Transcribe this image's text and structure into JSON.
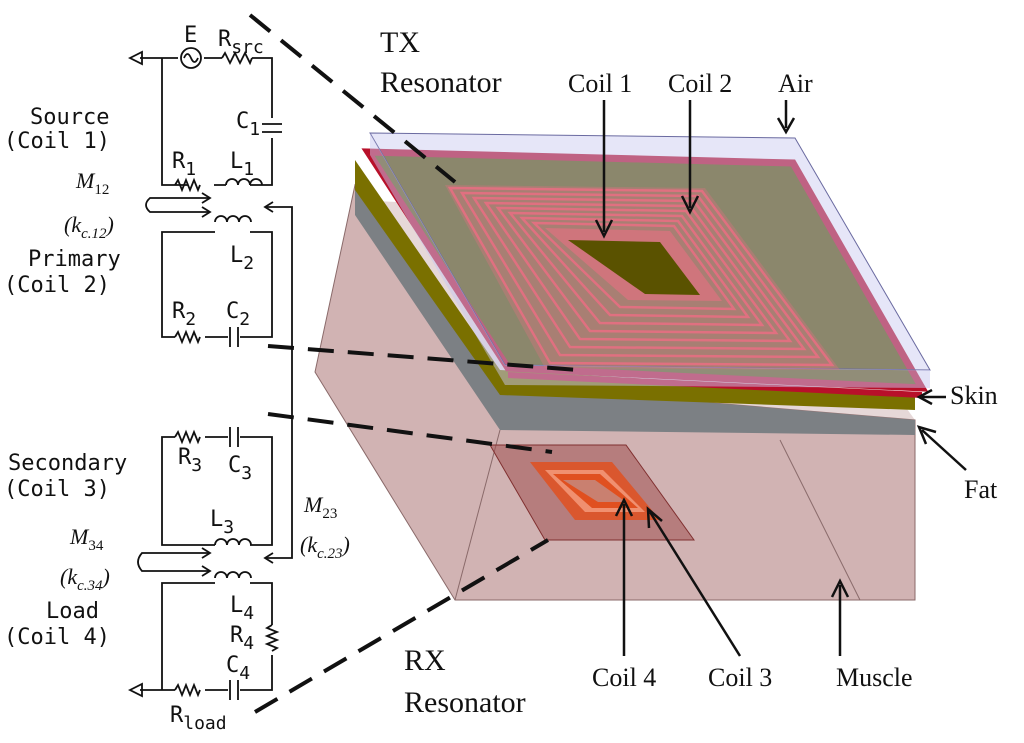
{
  "circuit": {
    "source_symbol": "E",
    "r_src": {
      "main": "R",
      "sub": "src"
    },
    "c1": {
      "main": "C",
      "sub": "1"
    },
    "r1": {
      "main": "R",
      "sub": "1"
    },
    "l1": {
      "main": "L",
      "sub": "1"
    },
    "source_label_1": "Source",
    "source_label_2": "(Coil 1)",
    "m12": {
      "main": "M",
      "sub": "12"
    },
    "kc12": {
      "main": "(k",
      "sub": "c.12",
      "close": ")"
    },
    "l2": {
      "main": "L",
      "sub": "2"
    },
    "primary_label_1": "Primary",
    "primary_label_2": "(Coil 2)",
    "r2": {
      "main": "R",
      "sub": "2"
    },
    "c2": {
      "main": "C",
      "sub": "2"
    },
    "r3": {
      "main": "R",
      "sub": "3"
    },
    "c3": {
      "main": "C",
      "sub": "3"
    },
    "secondary_label_1": "Secondary",
    "secondary_label_2": "(Coil 3)",
    "l3": {
      "main": "L",
      "sub": "3"
    },
    "m23": {
      "main": "M",
      "sub": "23"
    },
    "kc23": {
      "main": "(k",
      "sub": "c.23",
      "close": ")"
    },
    "m34": {
      "main": "M",
      "sub": "34"
    },
    "kc34": {
      "main": "(k",
      "sub": "c.34",
      "close": ")"
    },
    "l4": {
      "main": "L",
      "sub": "4"
    },
    "load_label_1": "Load",
    "load_label_2": "(Coil 4)",
    "r4": {
      "main": "R",
      "sub": "4"
    },
    "c4": {
      "main": "C",
      "sub": "4"
    },
    "r_load": {
      "main": "R",
      "sub": "load"
    }
  },
  "model": {
    "tx_label_1": "TX",
    "tx_label_2": "Resonator",
    "rx_label_1": "RX",
    "rx_label_2": "Resonator",
    "coil1": "Coil 1",
    "coil2": "Coil 2",
    "coil3": "Coil 3",
    "coil4": "Coil 4",
    "air": "Air",
    "skin": "Skin",
    "fat": "Fat",
    "muscle": "Muscle"
  },
  "colors": {
    "air": "#c8c8f0",
    "skin": "#b8102a",
    "fat": "#5a5200",
    "fat_side": "#7a7000",
    "gray_band": "#7c8084",
    "muscle": "#c9a6a6",
    "tx_coil": "#e07080",
    "rx_coil": "#e05020"
  }
}
